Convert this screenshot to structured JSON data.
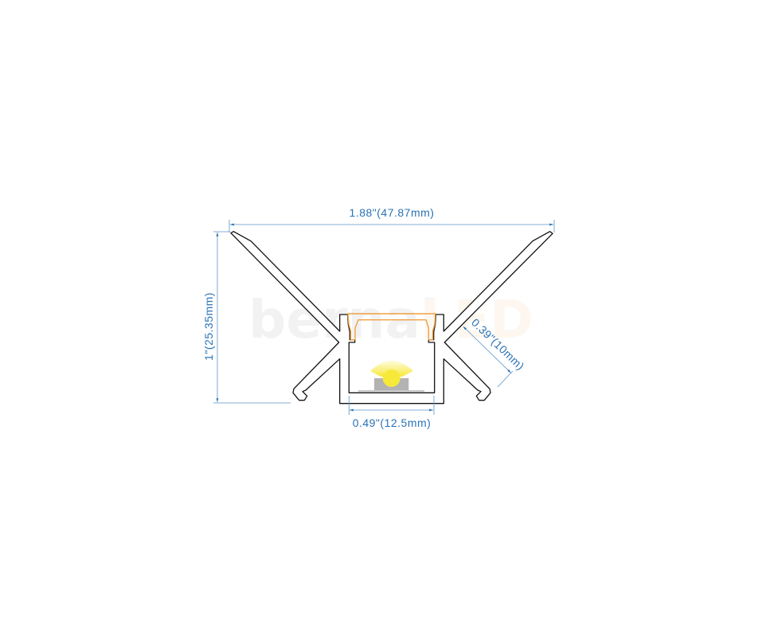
{
  "diagram": {
    "dimensions": {
      "width": "1.88\"(47.87mm)",
      "height": "1\"(25.35mm)",
      "channel_width": "0.49\"(12.5mm)",
      "channel_depth": "0.39\"(10mm)"
    },
    "watermark": {
      "part1": "bernal",
      "part2": "LED"
    },
    "colors": {
      "dimension": "#2a73b5",
      "profile": "#111111",
      "diffuser": "#f0a040",
      "led_light": "#f7e93a",
      "led_chip": "#b3b3b3"
    }
  }
}
